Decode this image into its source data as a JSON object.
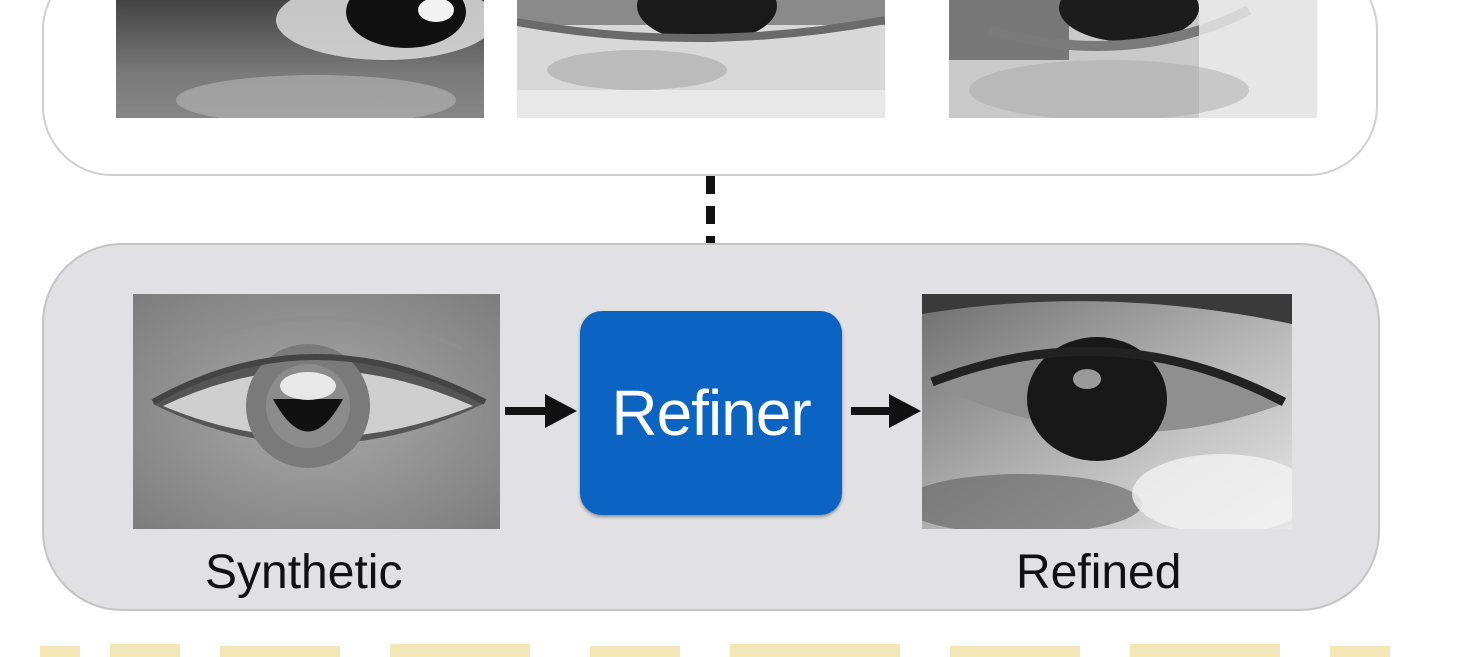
{
  "diagram": {
    "refiner": {
      "label": "Refiner",
      "color": "#0b63c2"
    },
    "input_label": "Synthetic",
    "output_label": "Refined",
    "panel_color_top": "#ffffff",
    "panel_color_bottom": "#e1e1e3",
    "unlabeled_real_images_count": 3
  }
}
